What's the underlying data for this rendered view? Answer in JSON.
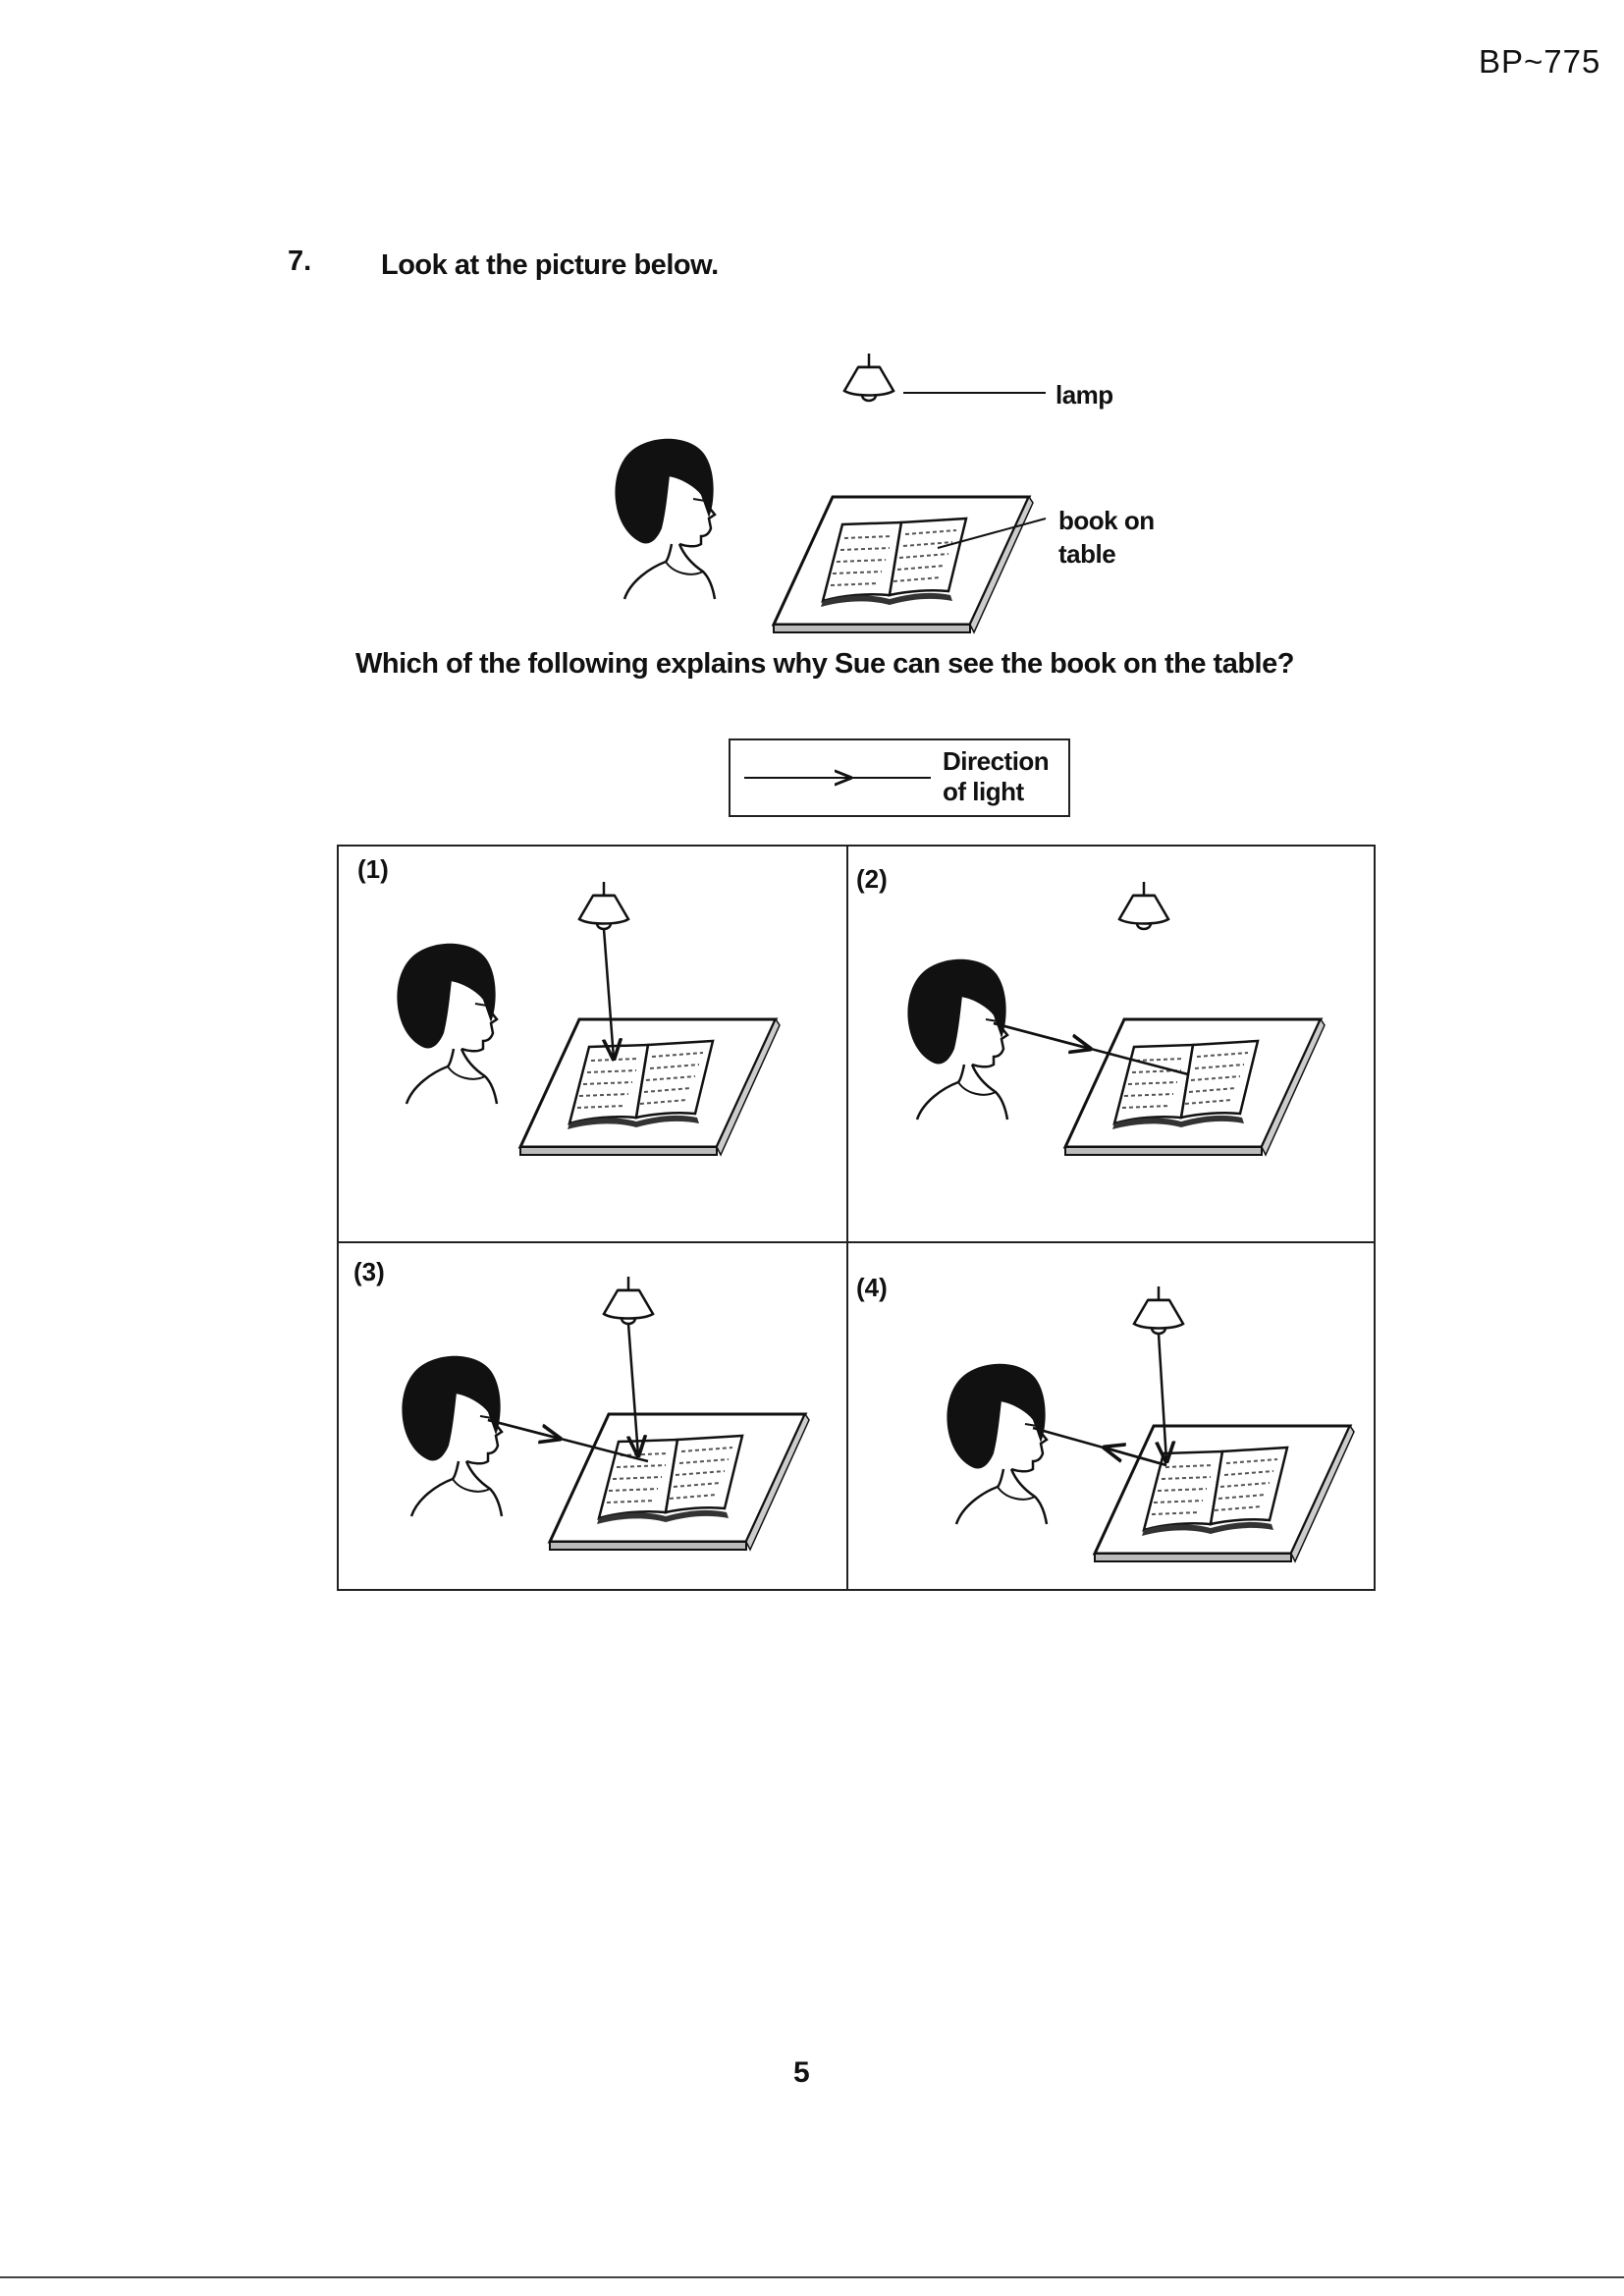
{
  "header": {
    "code": "BP~775"
  },
  "question": {
    "number": "7.",
    "intro": "Look at the picture below.",
    "prompt": "Which of the following explains why Sue can see the book on the table?"
  },
  "figure": {
    "lamp_label": "lamp",
    "book_label_line1": "book on",
    "book_label_line2": "table"
  },
  "legend": {
    "line1": "Direction",
    "line2": "of light"
  },
  "options": [
    {
      "label": "(1)"
    },
    {
      "label": "(2)"
    },
    {
      "label": "(3)"
    },
    {
      "label": "(4)"
    }
  ],
  "footer": {
    "page_number": "5"
  }
}
